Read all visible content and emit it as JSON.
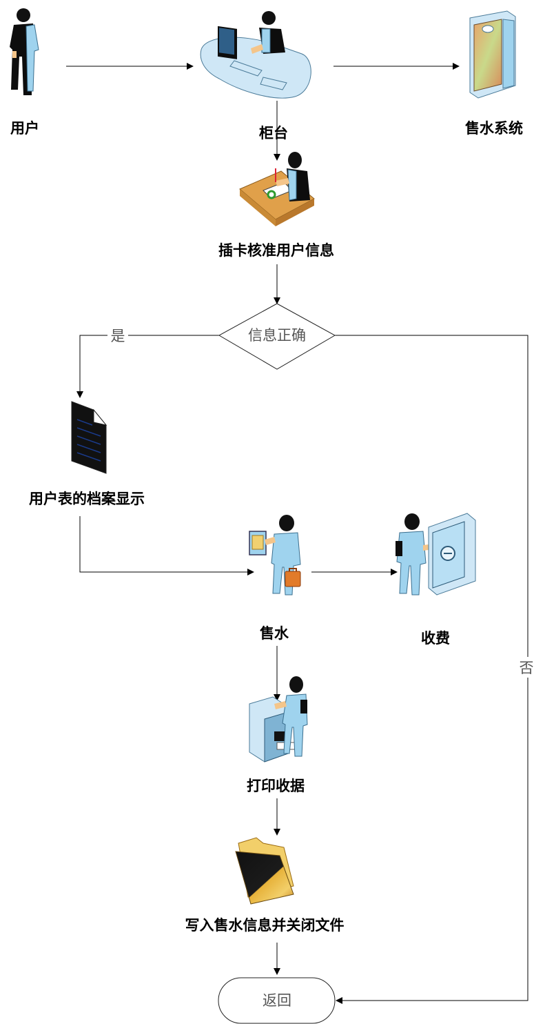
{
  "nodes": {
    "user": "用户",
    "counter": "柜台",
    "water_system": "售水系统",
    "card_verify": "插卡核准用户信息",
    "decision": "信息正确",
    "file_display": "用户表的档案显示",
    "sell_water": "售水",
    "charge": "收费",
    "print_receipt": "打印收据",
    "write_close": "写入售水信息并关闭文件",
    "return": "返回"
  },
  "edges": {
    "yes": "是",
    "no": "否"
  },
  "icons": {
    "user": "person-icon",
    "counter": "workstation-desk-icon",
    "water_system": "server-icon",
    "card_verify": "desk-clerk-icon",
    "file_display": "document-icon",
    "sell_water": "person-with-briefcase-icon",
    "charge": "person-at-safe-icon",
    "print_receipt": "person-at-printer-icon",
    "write_close": "folder-icon"
  }
}
